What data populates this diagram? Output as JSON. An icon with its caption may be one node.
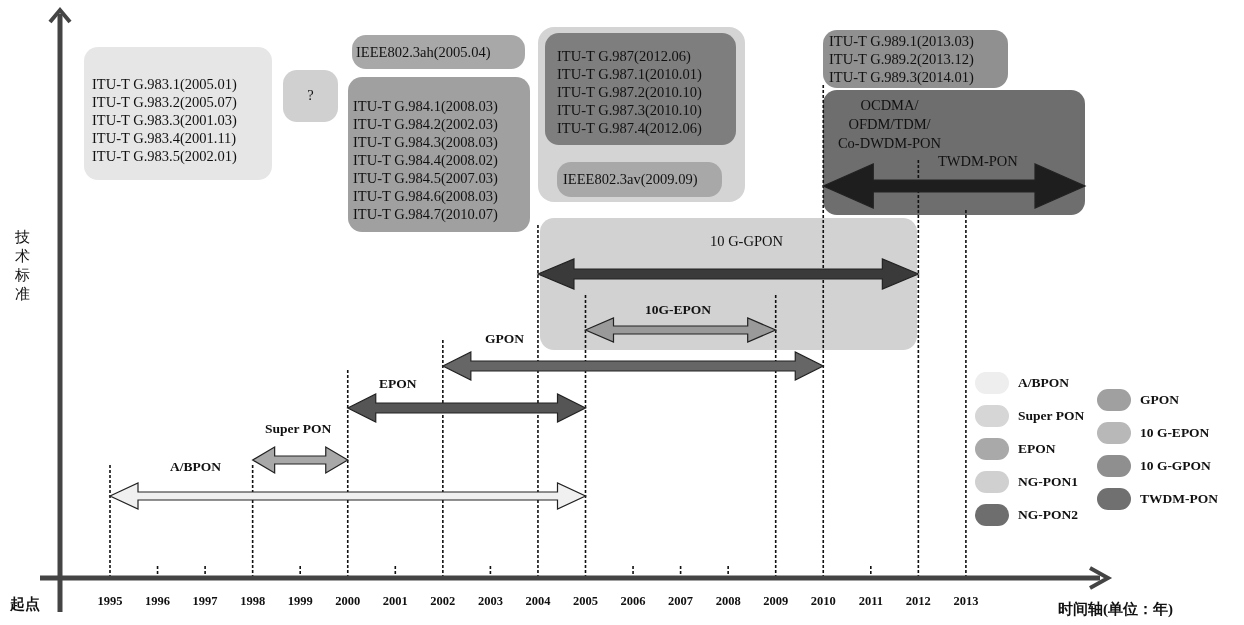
{
  "diagram": {
    "nodes": [
      {
        "text": [
          "ITU-T G.983.1(2005.01)",
          "ITU-T G.983.2(2005.07)",
          "ITU-T G.983.3(2001.03)",
          "ITU-T G.983.4(2001.11)",
          "ITU-T G.983.5(2002.01)"
        ]
      },
      {
        "text": [
          "?"
        ]
      },
      {
        "text": [
          "IEEE802.3ah(2005.04)"
        ]
      },
      {
        "text": [
          "ITU-T G.984.1(2008.03)",
          "ITU-T G.984.2(2002.03)",
          "ITU-T G.984.3(2008.03)",
          "ITU-T G.984.4(2008.02)",
          "ITU-T G.984.5(2007.03)",
          "ITU-T G.984.6(2008.03)",
          "ITU-T G.984.7(2010.07)"
        ]
      },
      {
        "text": [],
        "shape": "box"
      },
      {
        "text": [
          "ITU-T G.987(2012.06)",
          "ITU-T G.987.1(2010.01)",
          "ITU-T G.987.2(2010.10)",
          "ITU-T G.987.3(2010.10)",
          "ITU-T G.987.4(2012.06)"
        ],
        "in": 4
      },
      {
        "text": [
          "IEEE802.3av(2009.09)"
        ],
        "in": 4
      },
      {
        "text": [
          "ITU-T G.989.1(2013.03)",
          "ITU-T G.989.2(2013.12)",
          "ITU-T G.989.3(2014.01)"
        ]
      },
      {
        "text": [
          "OCDMA/ OFDM/TDM/ Co-DWDM-PON",
          "TWDM-PON"
        ]
      },
      {
        "text": [
          "10 G-GPON"
        ]
      }
    ],
    "labels": [
      "技术标准",
      "10G-EPON",
      "GPON",
      "EPON",
      "Super PON",
      "A/BPON",
      "起点",
      "1995",
      "1996",
      "1997",
      "1998",
      "1999",
      "2000",
      "2001",
      "2002",
      "2003",
      "2004",
      "2005",
      "2006",
      "2007",
      "2008",
      "2009",
      "2010",
      "2011",
      "2012",
      "2013",
      "时间轴(单位：年)"
    ],
    "legend": [
      {
        "text": "A/BPON",
        "color": "#eeeeee"
      },
      {
        "text": "Super PON",
        "color": "#d6d6d6"
      },
      {
        "text": "EPON",
        "color": "#a9a9a9"
      },
      {
        "text": "NG-PON1",
        "color": "#d0d0d0"
      },
      {
        "text": "NG-PON2",
        "color": "#6e6e6e"
      },
      {
        "text": "GPON",
        "color": "#a0a0a0"
      },
      {
        "text": "10 G-EPON",
        "color": "#b8b8b8"
      },
      {
        "text": "10 G-GPON",
        "color": "#8f8f8f"
      },
      {
        "text": "TWDM-PON",
        "color": "#707070"
      }
    ]
  }
}
